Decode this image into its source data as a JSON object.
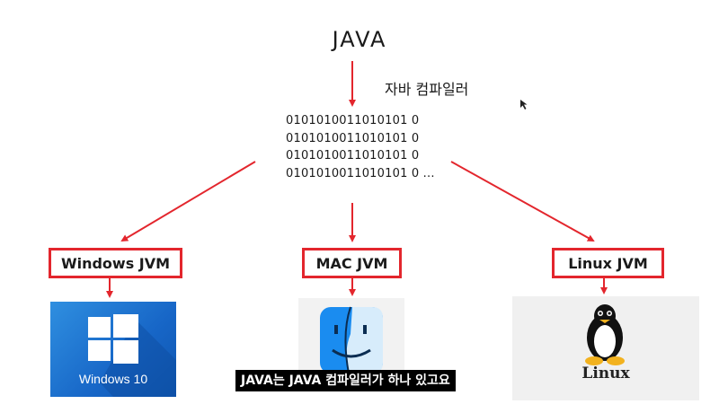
{
  "title": "JAVA",
  "compiler_label": "자바 컴파일러",
  "binary_lines": [
    "0101010011010101 0",
    "0101010011010101 0",
    "0101010011010101 0",
    "0101010011010101 0 ..."
  ],
  "jvms": {
    "windows": "Windows JVM",
    "mac": "MAC JVM",
    "linux": "Linux JVM"
  },
  "os": {
    "windows_label": "Windows 10",
    "linux_label": "Linux"
  },
  "subtitle": "JAVA는 JAVA 컴파일러가 하나 있고요",
  "colors": {
    "arrow": "#e3262d",
    "box_border": "#e3262d",
    "windows_blue": "#1766c7",
    "subtitle_bg": "#000000"
  }
}
